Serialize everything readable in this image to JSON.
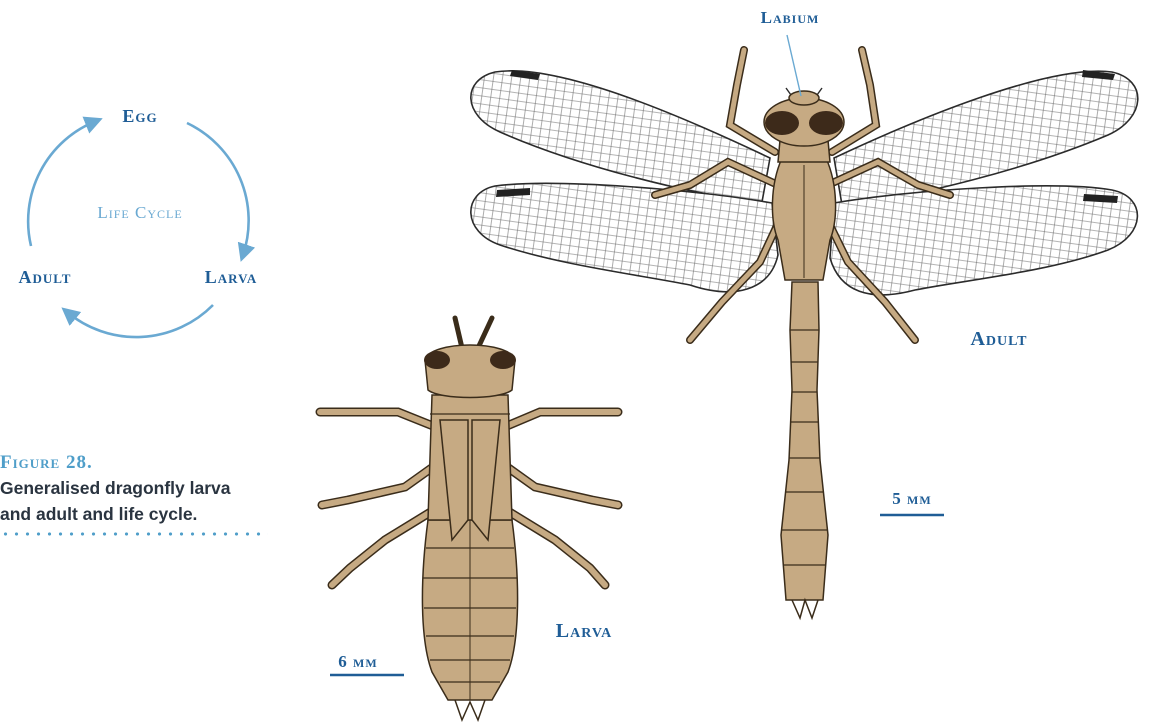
{
  "figure": {
    "number": "Figure 28.",
    "caption_line1": "Generalised dragonfly larva",
    "caption_line2": "and adult and life cycle."
  },
  "life_cycle": {
    "title": "Life Cycle",
    "stages": [
      "Egg",
      "Larva",
      "Adult"
    ]
  },
  "labels": {
    "labium": "Labium",
    "adult": "Adult",
    "larva": "Larva"
  },
  "scale_bars": {
    "adult": "5 mm",
    "larva": "6 mm"
  },
  "colors": {
    "body": "#c6aa83",
    "outline": "#3a2c1a",
    "eyes": "#3d2a1a",
    "label_dark": "#1f5d96",
    "label_light": "#6aa9d2"
  }
}
